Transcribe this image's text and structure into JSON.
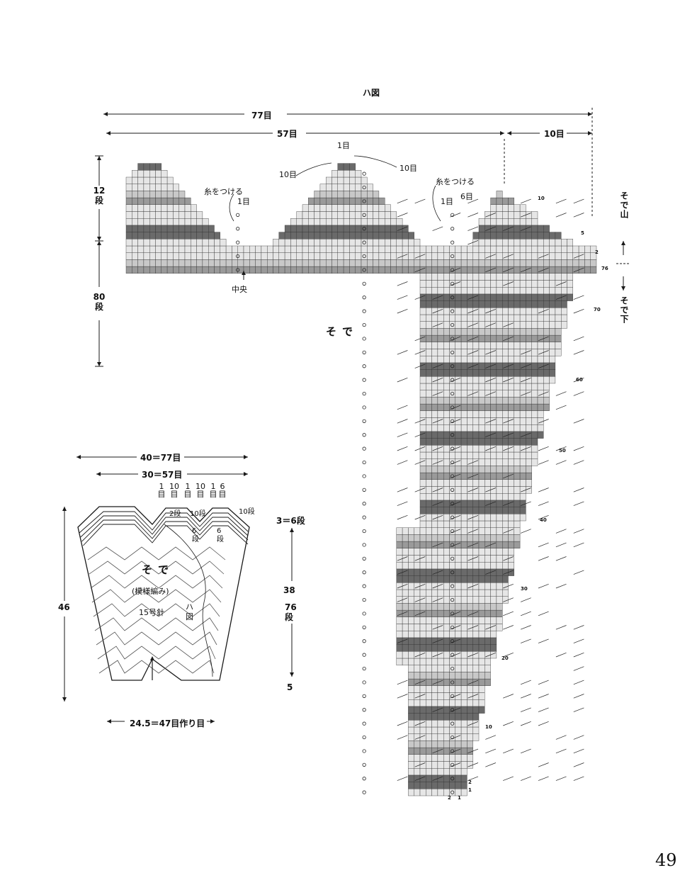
{
  "main_diagram": {
    "title": "ハ図",
    "total_width": "77目",
    "left_width": "57目",
    "right_width": "10目",
    "top_rows": "12段",
    "body_rows": "80段",
    "center_label": "中央",
    "body_label": "そで",
    "peak_stitch": "1目",
    "left_slope": "10目",
    "right_slope": "10目",
    "attach_yarn_left": "糸をつける",
    "attach_yarn_left_count": "1目",
    "attach_yarn_right": "糸をつける",
    "attach_yarn_right_count": "1目",
    "right_step": "6目",
    "sleeve_top": "そで山",
    "sleeve_bottom": "そで下",
    "row_numbers": [
      "10",
      "5",
      "2",
      "76",
      "70",
      "60",
      "50",
      "40",
      "30",
      "20",
      "10",
      "2",
      "1"
    ],
    "bottom_numbers": [
      "2",
      "1"
    ]
  },
  "schematic": {
    "width_total": "40＝77目",
    "width_inner": "30＝57目",
    "top_stitches": [
      "1目",
      "10目",
      "1目",
      "10目",
      "1目",
      "6目"
    ],
    "rows_2": "2段",
    "rows_10a": "10段",
    "rows_10b": "10段",
    "rows_6a": "6段",
    "rows_6b": "6段",
    "height": "46",
    "label": "そで",
    "pattern": "(模様編み)",
    "needle": "15号針",
    "ref": "ハ図",
    "bottom": "24.5＝47目作り目",
    "side_top": "3＝6段",
    "side_mid": "38",
    "side_mid_rows": "76段",
    "side_bot": "5"
  },
  "page_number": "49",
  "colors": {
    "ink": "#1a1a1a",
    "band_dark": "#6a6a6a",
    "band_mid": "#9a9a9a",
    "band_light": "#c8c8c8",
    "cell": "#e6e6e6"
  }
}
